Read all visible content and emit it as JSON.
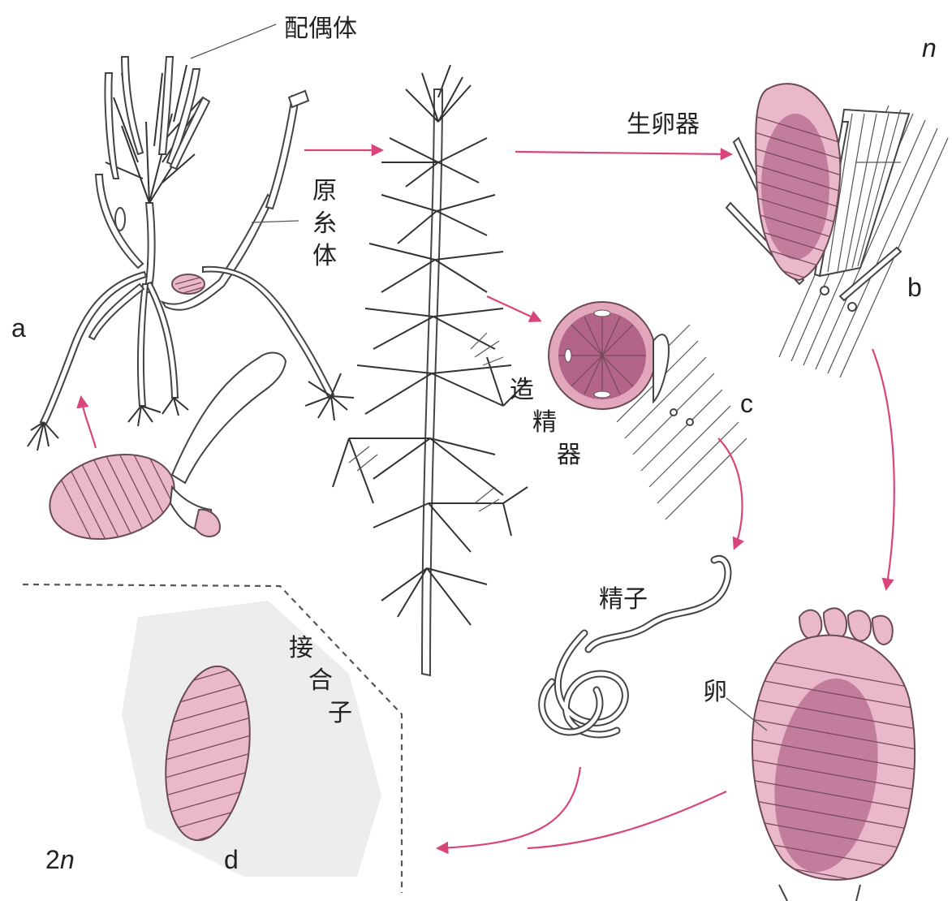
{
  "labels": {
    "gametophore": "配偶体",
    "protonema_1": "原",
    "protonema_2": "糸",
    "protonema_3": "体",
    "oogonium": "生卵器",
    "antheridium_1": "造",
    "antheridium_2": "精",
    "antheridium_3": "器",
    "sperm": "精子",
    "egg": "卵",
    "zygote_1": "接",
    "zygote_2": "合",
    "zygote_3": "子",
    "a": "a",
    "b": "b",
    "c": "c",
    "d": "d",
    "haploid_n": "n",
    "diploid_2": "2",
    "diploid_n": "n"
  },
  "colors": {
    "arrow": "#d9457a",
    "reproductive_tissue": "#e9b9cb",
    "reproductive_dark": "#b56a8c",
    "line": "#333333",
    "dashed_boundary": "#555555",
    "shadow": "#ececec"
  }
}
